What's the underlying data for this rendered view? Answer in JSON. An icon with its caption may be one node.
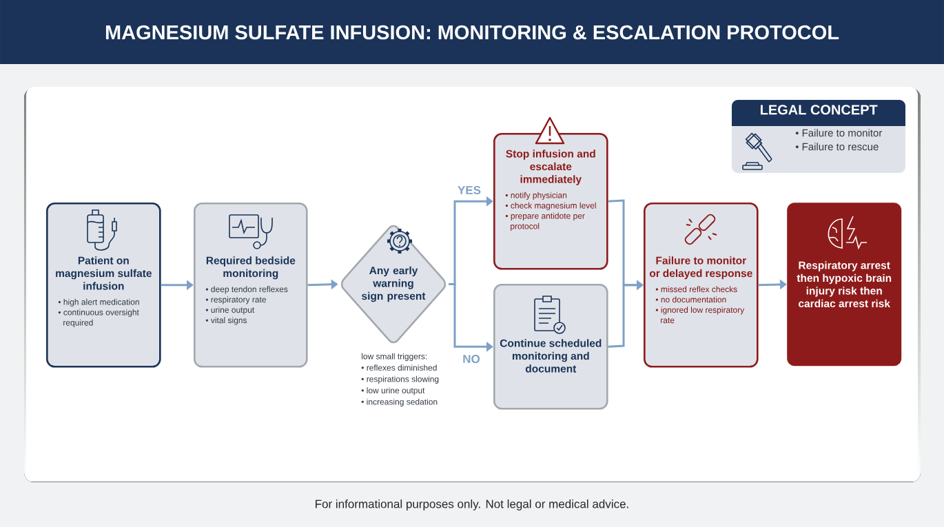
{
  "diagram": {
    "title": "MAGNESIUM SULFATE INFUSION: MONITORING & ESCALATION PROTOCOL",
    "caption": "For informational purposes only. Not legal or medical advice.",
    "nodes": [
      {
        "text": [
          "Patient on magnesium sulfate infusion",
          "• high alert medication",
          "• continuous oversight required"
        ]
      },
      {
        "text": [
          "Required bedside monitoring",
          "• deep tendon reflexes",
          "• respiratory rate",
          "• urine output",
          "• vital signs"
        ]
      },
      {
        "text": [
          "Any early warning sign present"
        ],
        "beside": [
          "low small triggers:",
          "• reflexes diminished",
          "• respirations slowing",
          "• low urine output",
          "• increasing sedation"
        ]
      },
      {
        "text": [
          "Stop infusion and escalate immediately",
          "• notify physician",
          "• check magnesium level",
          "• prepare antidote per protocol"
        ]
      },
      {
        "text": [
          "Continue scheduled monitoring and document"
        ]
      },
      {
        "text": [
          "Failure to monitor or delayed response",
          "• missed reflex checks",
          "• no documentation",
          "• ignored low respiratory rate"
        ]
      },
      {
        "text": [
          "Respiratory arrest then hypoxic brain injury risk then cardiac arrest risk"
        ]
      },
      {
        "text": [
          "LEGAL CONCEPT",
          "• Failure to monitor",
          "• Failure to rescue"
        ]
      }
    ],
    "edges": [
      {
        "from": 0,
        "to": 1,
        "arrow": "to"
      },
      {
        "from": 1,
        "to": 2,
        "arrow": "to"
      },
      {
        "from": 2,
        "to": 3,
        "arrow": "to",
        "label": "YES"
      },
      {
        "from": 2,
        "to": 4,
        "arrow": "to",
        "label": "NO"
      },
      {
        "from": 3,
        "to": 5,
        "arrow": "to"
      },
      {
        "from": 4,
        "to": 5,
        "arrow": "to"
      },
      {
        "from": 5,
        "to": 6,
        "arrow": "to"
      }
    ]
  }
}
